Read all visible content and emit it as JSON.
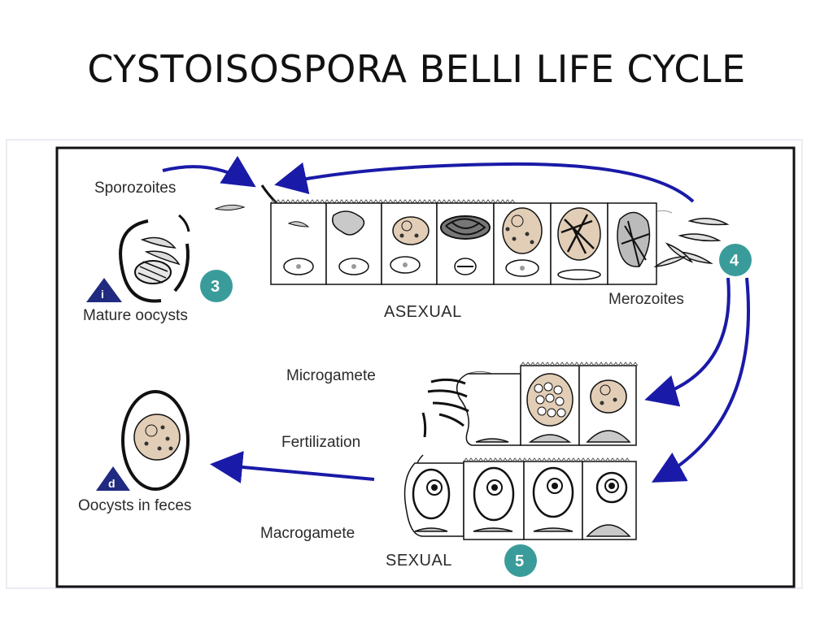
{
  "title": "CYSTOISOSPORA BELLI LIFE CYCLE",
  "labels": {
    "sporozoites": "Sporozoites",
    "mature_oocysts": "Mature oocysts",
    "asexual": "ASEXUAL",
    "merozoites": "Merozoites",
    "microgamete": "Microgamete",
    "fertilization": "Fertilization",
    "oocysts_in_feces": "Oocysts in feces",
    "macrogamete": "Macrogamete",
    "sexual": "SEXUAL"
  },
  "badges": {
    "step3": "3",
    "step4": "4",
    "step5": "5",
    "infective_stage": "i",
    "diagnostic_stage": "d"
  },
  "colors": {
    "arrow": "#1a1aa8",
    "step_badge": "#3a9c9a",
    "stage_triangle": "#1f2a80",
    "frame": "#111111",
    "cytoplasm": "#e2cdb6",
    "nucleus_fill": "#c9c9c9"
  }
}
